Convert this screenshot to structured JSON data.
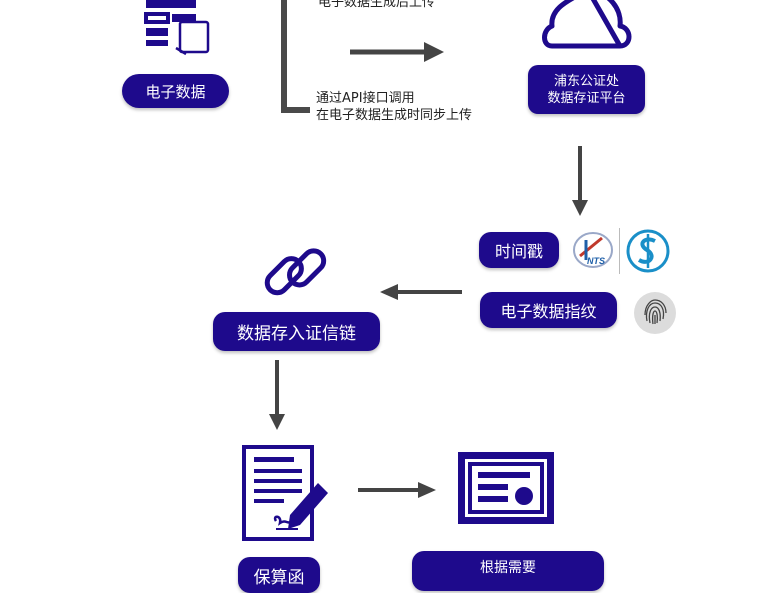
{
  "colors": {
    "brand": "#1e0a8c",
    "arrow": "#444444",
    "line": "#4a4a4a"
  },
  "top_left_label": "电子数据",
  "notary_label": {
    "line1": "浦东公证处",
    "line2": "数据存证平台"
  },
  "upload_note_top": "电子数据生成后上传",
  "upload_note_bottom": {
    "line1": "通过API接口调用",
    "line2": "在电子数据生成时同步上传"
  },
  "timestamp_label": "时间戳",
  "fingerprint_label": "电子数据指纹",
  "chain_label": "数据存入证信链",
  "guarantee_label": "保算函",
  "certificate_label": "根据需要",
  "logos": {
    "nts_text": "NTS"
  },
  "icons": [
    "data-document-icon",
    "cloud-icon",
    "nts-logo-icon",
    "shanghai-logo-icon",
    "fingerprint-icon",
    "chain-link-icon",
    "signed-document-icon",
    "certificate-icon"
  ]
}
